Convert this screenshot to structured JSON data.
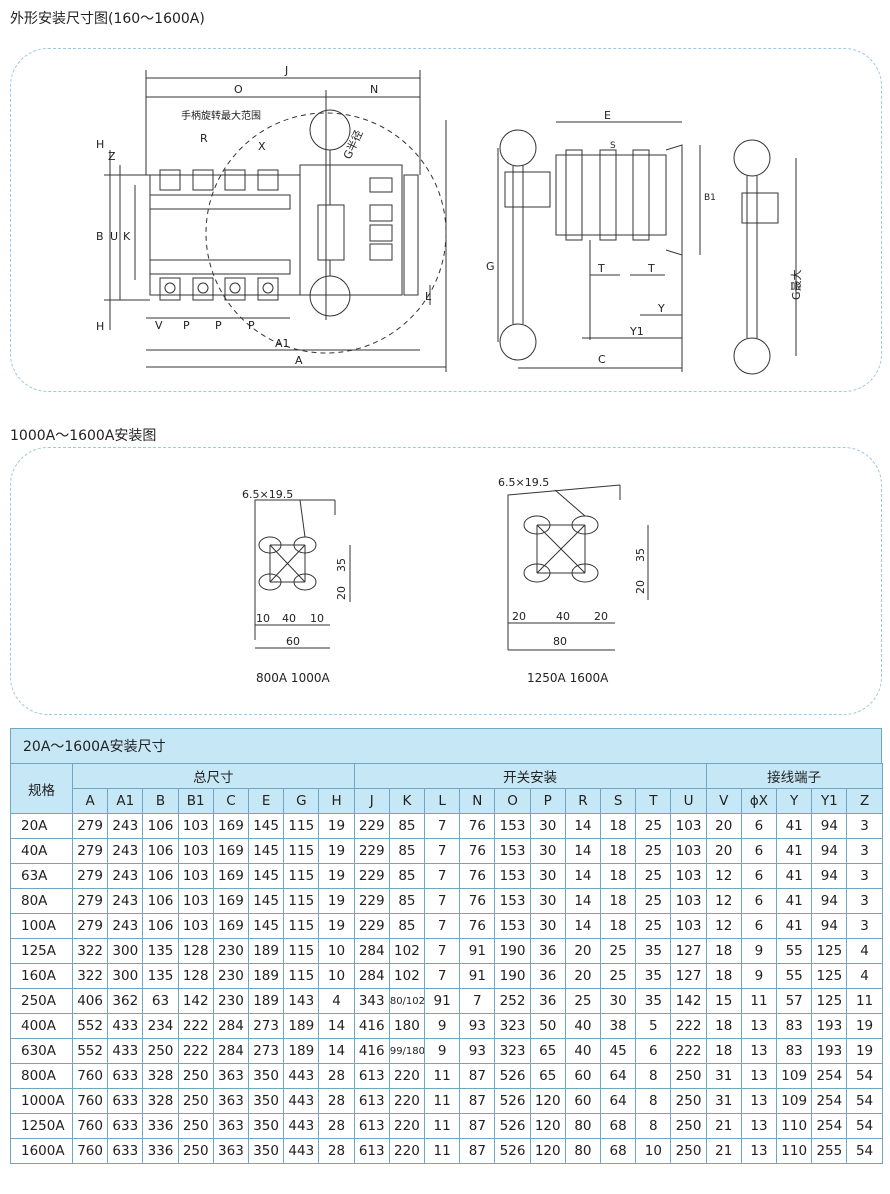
{
  "sections": {
    "outline_title": "外形安装尺寸图(160～1600A)",
    "install_title": "1000A～1600A安装图",
    "table_title": "20A～1600A安装尺寸"
  },
  "drawing_front": {
    "dims_top": [
      "J",
      "O",
      "N"
    ],
    "dims_left": [
      "H",
      "Z",
      "B",
      "U",
      "K",
      "H"
    ],
    "dims_bottom": [
      "V",
      "P",
      "P",
      "P",
      "A1",
      "A"
    ],
    "handle_note": "手柄旋转最大范围",
    "radius_label": "G半径",
    "misc_labels": [
      "R",
      "X",
      "L"
    ]
  },
  "drawing_side": {
    "labels": [
      "E",
      "S",
      "B1",
      "G",
      "T",
      "T",
      "Y",
      "Y1",
      "C"
    ]
  },
  "drawing_handle": {
    "label": "G最大"
  },
  "mount_800": {
    "hole_label": "6.5×19.5",
    "dims": [
      "35",
      "20",
      "10",
      "40",
      "10",
      "60"
    ],
    "caption": "800A  1000A"
  },
  "mount_1250": {
    "hole_label": "6.5×19.5",
    "dims": [
      "35",
      "20",
      "20",
      "40",
      "20",
      "80"
    ],
    "caption": "1250A  1600A"
  },
  "table": {
    "spec_header": "规格",
    "groups": [
      {
        "label": "总尺寸",
        "span": 8
      },
      {
        "label": "开关安装",
        "span": 10
      },
      {
        "label": "接线端子",
        "span": 5
      }
    ],
    "columns": [
      "A",
      "A1",
      "B",
      "B1",
      "C",
      "E",
      "G",
      "H",
      "J",
      "K",
      "L",
      "N",
      "O",
      "P",
      "R",
      "S",
      "T",
      "U",
      "V",
      "ϕX",
      "Y",
      "Y1",
      "Z"
    ],
    "rows": [
      {
        "spec": "20A",
        "values": [
          "279",
          "243",
          "106",
          "103",
          "169",
          "145",
          "115",
          "19",
          "229",
          "85",
          "7",
          "76",
          "153",
          "30",
          "14",
          "18",
          "25",
          "103",
          "20",
          "6",
          "41",
          "94",
          "3"
        ]
      },
      {
        "spec": "40A",
        "values": [
          "279",
          "243",
          "106",
          "103",
          "169",
          "145",
          "115",
          "19",
          "229",
          "85",
          "7",
          "76",
          "153",
          "30",
          "14",
          "18",
          "25",
          "103",
          "20",
          "6",
          "41",
          "94",
          "3"
        ]
      },
      {
        "spec": "63A",
        "values": [
          "279",
          "243",
          "106",
          "103",
          "169",
          "145",
          "115",
          "19",
          "229",
          "85",
          "7",
          "76",
          "153",
          "30",
          "14",
          "18",
          "25",
          "103",
          "12",
          "6",
          "41",
          "94",
          "3"
        ]
      },
      {
        "spec": "80A",
        "values": [
          "279",
          "243",
          "106",
          "103",
          "169",
          "145",
          "115",
          "19",
          "229",
          "85",
          "7",
          "76",
          "153",
          "30",
          "14",
          "18",
          "25",
          "103",
          "12",
          "6",
          "41",
          "94",
          "3"
        ]
      },
      {
        "spec": "100A",
        "values": [
          "279",
          "243",
          "106",
          "103",
          "169",
          "145",
          "115",
          "19",
          "229",
          "85",
          "7",
          "76",
          "153",
          "30",
          "14",
          "18",
          "25",
          "103",
          "12",
          "6",
          "41",
          "94",
          "3"
        ]
      },
      {
        "spec": "125A",
        "values": [
          "322",
          "300",
          "135",
          "128",
          "230",
          "189",
          "115",
          "10",
          "284",
          "102",
          "7",
          "91",
          "190",
          "36",
          "20",
          "25",
          "35",
          "127",
          "18",
          "9",
          "55",
          "125",
          "4"
        ]
      },
      {
        "spec": "160A",
        "values": [
          "322",
          "300",
          "135",
          "128",
          "230",
          "189",
          "115",
          "10",
          "284",
          "102",
          "7",
          "91",
          "190",
          "36",
          "20",
          "25",
          "35",
          "127",
          "18",
          "9",
          "55",
          "125",
          "4"
        ]
      },
      {
        "spec": "250A",
        "values": [
          "406",
          "362",
          "63",
          "142",
          "230",
          "189",
          "143",
          "4",
          "343",
          "80/102",
          "91",
          "7",
          "252",
          "36",
          "25",
          "30",
          "35",
          "142",
          "15",
          "11",
          "57",
          "125",
          "11"
        ]
      },
      {
        "spec": "400A",
        "values": [
          "552",
          "433",
          "234",
          "222",
          "284",
          "273",
          "189",
          "14",
          "416",
          "180",
          "9",
          "93",
          "323",
          "50",
          "40",
          "38",
          "5",
          "222",
          "18",
          "13",
          "83",
          "193",
          "19"
        ]
      },
      {
        "spec": "630A",
        "values": [
          "552",
          "433",
          "250",
          "222",
          "284",
          "273",
          "189",
          "14",
          "416",
          "99/180",
          "9",
          "93",
          "323",
          "65",
          "40",
          "45",
          "6",
          "222",
          "18",
          "13",
          "83",
          "193",
          "19"
        ]
      },
      {
        "spec": "800A",
        "values": [
          "760",
          "633",
          "328",
          "250",
          "363",
          "350",
          "443",
          "28",
          "613",
          "220",
          "11",
          "87",
          "526",
          "65",
          "60",
          "64",
          "8",
          "250",
          "31",
          "13",
          "109",
          "254",
          "54"
        ]
      },
      {
        "spec": "1000A",
        "values": [
          "760",
          "633",
          "328",
          "250",
          "363",
          "350",
          "443",
          "28",
          "613",
          "220",
          "11",
          "87",
          "526",
          "120",
          "60",
          "64",
          "8",
          "250",
          "31",
          "13",
          "109",
          "254",
          "54"
        ]
      },
      {
        "spec": "1250A",
        "values": [
          "760",
          "633",
          "336",
          "250",
          "363",
          "350",
          "443",
          "28",
          "613",
          "220",
          "11",
          "87",
          "526",
          "120",
          "80",
          "68",
          "8",
          "250",
          "21",
          "13",
          "110",
          "254",
          "54"
        ]
      },
      {
        "spec": "1600A",
        "values": [
          "760",
          "633",
          "336",
          "250",
          "363",
          "350",
          "443",
          "28",
          "613",
          "220",
          "11",
          "87",
          "526",
          "120",
          "80",
          "68",
          "10",
          "250",
          "21",
          "13",
          "110",
          "255",
          "54"
        ]
      }
    ]
  }
}
